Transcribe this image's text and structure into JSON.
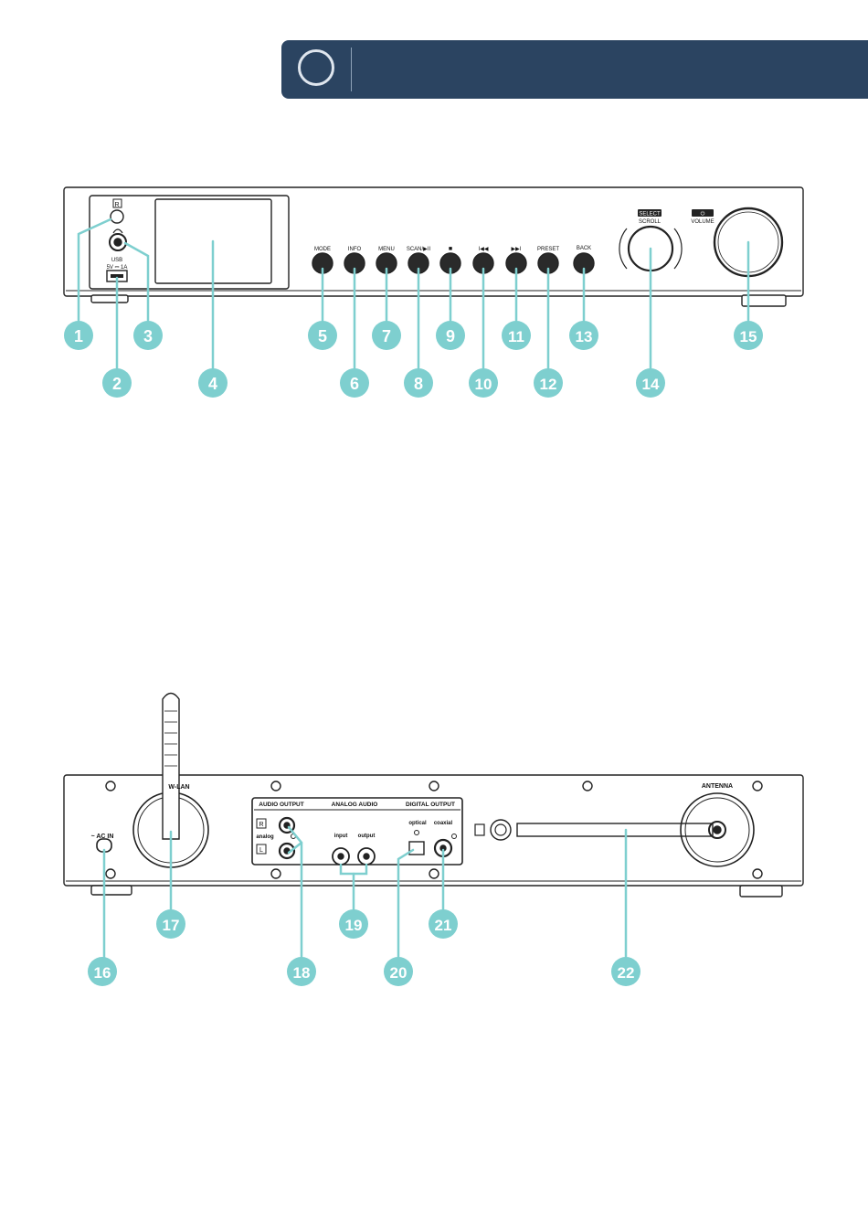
{
  "colors": {
    "header_bg": "#2b4461",
    "callout": "#7ecfcf",
    "device_stroke": "#222222",
    "knob_fill": "#2a2a2a"
  },
  "header": {
    "icon": "circle-outline-icon"
  },
  "front_panel": {
    "labels": {
      "r": "R",
      "usb": "USB",
      "usb_spec": "5V ⎓ 1A",
      "mode": "MODE",
      "info": "INFO",
      "menu": "MENU",
      "scan": "SCAN/▶II",
      "stop": "■",
      "prev": "I◀◀",
      "next": "▶▶I",
      "preset": "PRESET",
      "back": "BACK",
      "select": "SELECT",
      "scroll": "SCROLL",
      "power": "⏻",
      "volume": "VOLUME"
    },
    "callouts": [
      "1",
      "2",
      "3",
      "4",
      "5",
      "6",
      "7",
      "8",
      "9",
      "10",
      "11",
      "12",
      "13",
      "14",
      "15"
    ]
  },
  "rear_panel": {
    "labels": {
      "wlan": "W-LAN",
      "ac_in": "~ AC IN",
      "audio_output": "AUDIO OUTPUT",
      "analog_audio": "ANALOG AUDIO",
      "digital_output": "DIGITAL OUTPUT",
      "r": "R",
      "l": "L",
      "analog": "analog",
      "input": "input",
      "output": "output",
      "optical": "optical",
      "coaxial": "coaxial",
      "antenna": "ANTENNA"
    },
    "callouts": [
      "16",
      "17",
      "18",
      "19",
      "20",
      "21",
      "22"
    ]
  }
}
